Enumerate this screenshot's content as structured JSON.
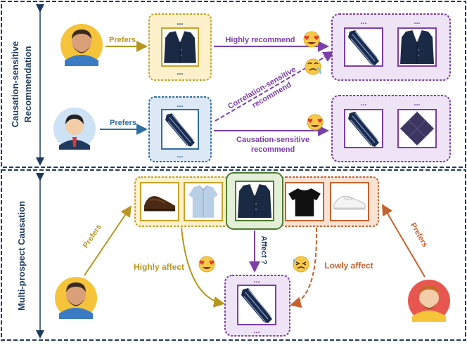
{
  "sections": {
    "top_label_line1": "Causation-sensitive",
    "top_label_line2": "Recommendation",
    "bottom_label": "Multi-prospect Causation"
  },
  "edges": {
    "prefers_1": "Prefers",
    "prefers_2": "Prefers",
    "highly_recommend": "Highly recommend",
    "correlation_line1": "Correlation-sensitive",
    "correlation_line2": "recommend",
    "causation_line1": "Causation-sensitive",
    "causation_line2": "recommend",
    "prefers_3": "Prefers",
    "prefers_4": "Prefers",
    "highly_affect": "Highly affect",
    "lowly_affect": "Lowly affect",
    "affect_q": "Affect ?"
  },
  "dots": "...",
  "colors": {
    "frame": "#1f3a5f",
    "gold": "#c9a227",
    "gold_fill": "#fdf1cc",
    "blue": "#2e6da4",
    "blue_fill": "#dce8f5",
    "purple": "#7b3fa8",
    "purple_fill": "#efe4f6",
    "green": "#4d7c2f",
    "green_fill": "#e3efd8",
    "orange": "#c4622d",
    "orange_fill": "#fbe3d3",
    "arrow_gold": "#b8961e",
    "arrow_blue": "#2e6da4",
    "arrow_purple": "#7b3fa8",
    "arrow_orange": "#c4622d"
  },
  "icons": [
    "avatar-icon",
    "blazer-icon",
    "tie-icon",
    "pocket-square-icon",
    "shoe-icon",
    "shirt-icon",
    "tshirt-icon",
    "sneaker-icon",
    "heart-eyes-emoji-icon",
    "sweat-emoji-icon",
    "dizzy-emoji-icon"
  ]
}
